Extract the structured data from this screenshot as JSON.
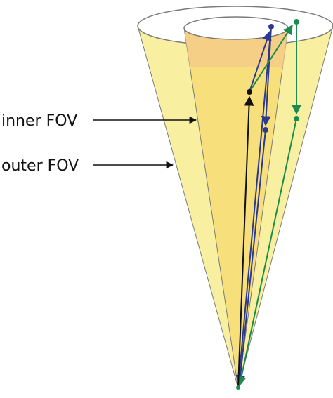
{
  "labels": {
    "inner": "inner FOV",
    "outer": "outer FOV"
  },
  "colors": {
    "outer_cone": "#f8f0a0",
    "inner_cone": "#f7df7c",
    "inner_cone_top": "#f5c98a",
    "outline": "#7a7a7a",
    "black_vector": "#111111",
    "blue_vector": "#2b3a8c",
    "green_vector": "#1d8a4e"
  },
  "icons": {
    "arrowhead": "triangle-arrowhead",
    "endpoint": "filled-dot"
  }
}
